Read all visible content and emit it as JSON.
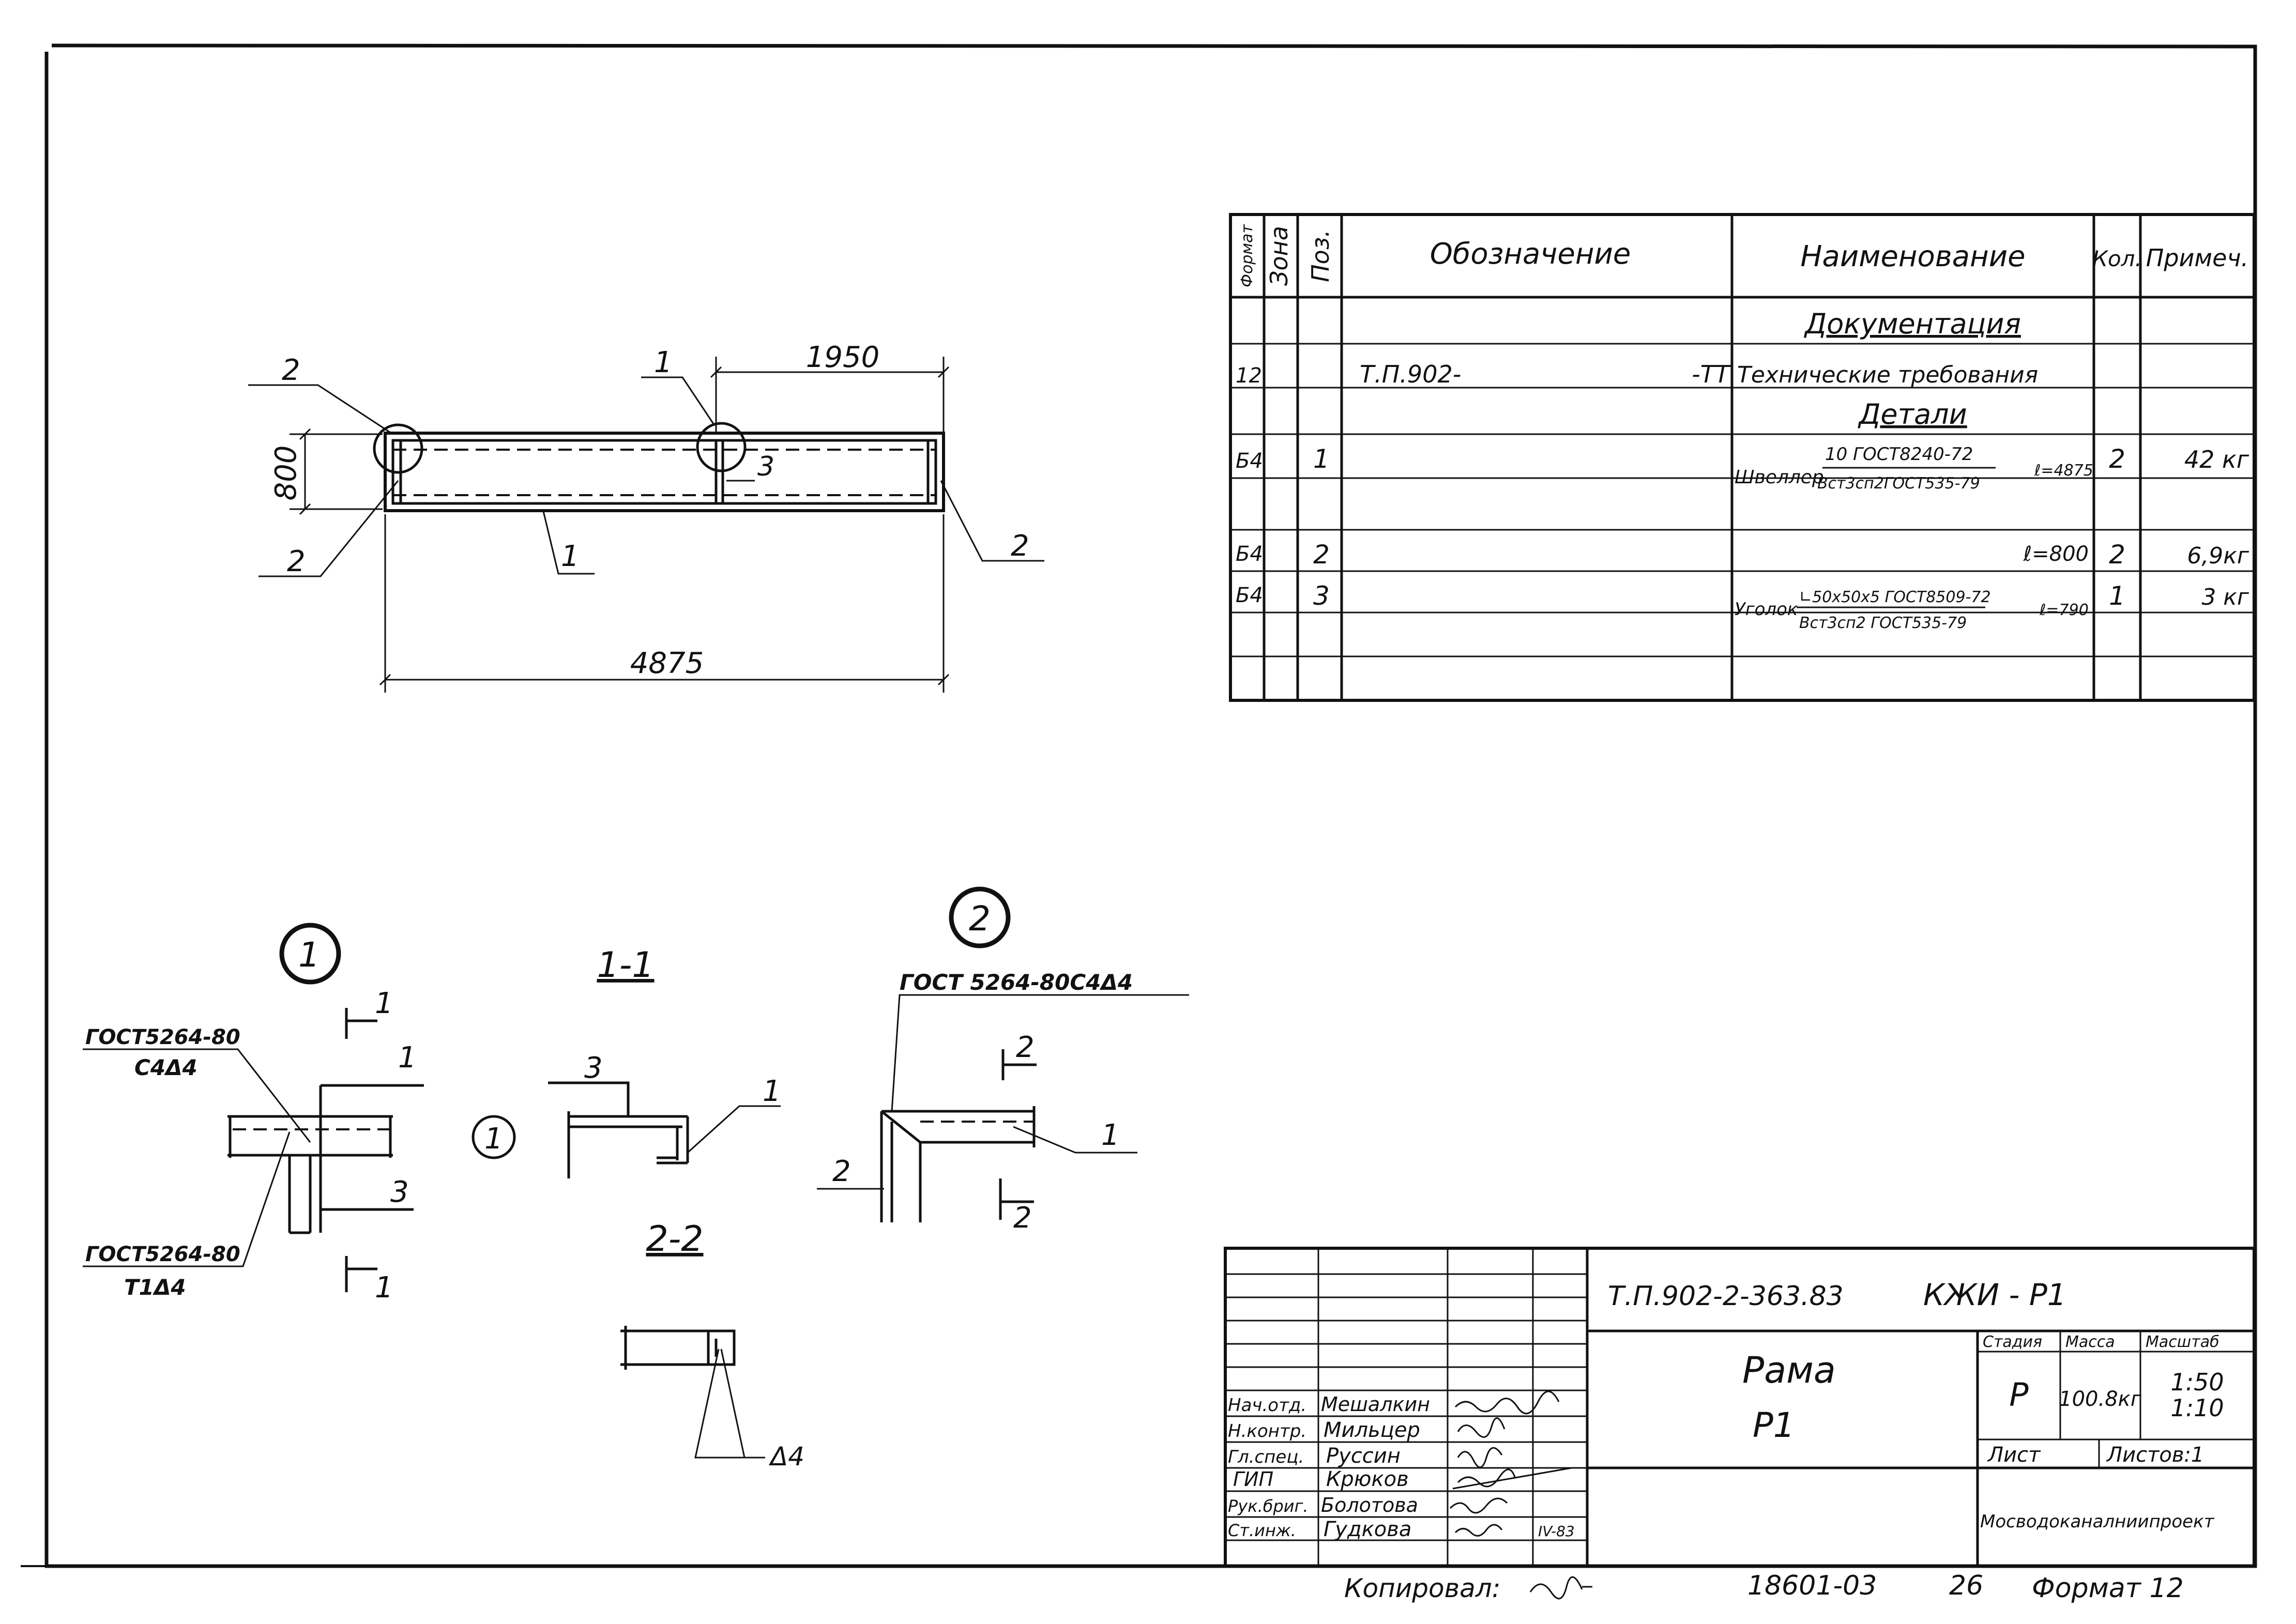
{
  "drawing_labels": {
    "dim_1950": "1950",
    "dim_800": "800",
    "dim_4875": "4875",
    "pos_1": "1",
    "pos_2": "2",
    "pos_3": "3"
  },
  "details": {
    "node1_marker": "1",
    "node2_marker": "2",
    "section_1_1": "1-1",
    "section_2_2": "2-2",
    "weld_gost_top": "ГОСТ5264-80",
    "weld_type_top": "С4Δ4",
    "weld_gost_bottom": "ГОСТ5264-80",
    "weld_type_bottom": "Т1Δ4",
    "weld_node2": "ГОСТ 5264-80С4Δ4",
    "weld_leg": "Δ4",
    "section_mark": "1",
    "section_mark_2": "2"
  },
  "spec_table": {
    "headers": {
      "format": "Формат",
      "zone": "Зона",
      "pos": "Поз.",
      "designation": "Обозначение",
      "name": "Наименование",
      "qty": "Кол.",
      "note": "Примеч."
    },
    "section_documentation": "Документация",
    "section_parts": "Детали",
    "rows": [
      {
        "format": "12",
        "pos": "",
        "designation": "Т.П.902-",
        "designation_suffix": "-ТТ",
        "name": "Технические требования",
        "qty": "",
        "note": ""
      },
      {
        "format": "Б4",
        "pos": "1",
        "designation": "",
        "name_main": "Швеллер",
        "name_top": "10 ГОСТ8240-72",
        "name_bottom": "Вст3сп2ГОСТ535-79",
        "name_tail": "ℓ=4875",
        "qty": "2",
        "note": "42 кг"
      },
      {
        "format": "Б4",
        "pos": "2",
        "designation": "",
        "name_tail": "ℓ=800",
        "qty": "2",
        "note": "6,9кг"
      },
      {
        "format": "Б4",
        "pos": "3",
        "designation": "",
        "name_main": "Уголок",
        "name_top": "∟50x50x5 ГОСТ8509-72",
        "name_bottom": "Вст3сп2 ГОСТ535-79",
        "name_tail": "ℓ=790",
        "qty": "1",
        "note": "3 кг"
      }
    ]
  },
  "title_block": {
    "doc_code": "Т.П.902-2-363.83",
    "mark": "КЖИ - Р1",
    "title_line1": "Рама",
    "title_line2": "Р1",
    "stage_label": "Стадия",
    "mass_label": "Масса",
    "scale_label": "Масштаб",
    "stage": "Р",
    "mass": "100.8кг",
    "scale_1": "1:50",
    "scale_2": "1:10",
    "sheet_label": "Лист",
    "sheets_label": "Листов:1",
    "organization": "Мосводоканалниипроект",
    "date": "IV-83",
    "staff": [
      {
        "role": "Нач.отд.",
        "name": "Мешалкин"
      },
      {
        "role": "Н.контр.",
        "name": "Мильцер"
      },
      {
        "role": "Гл.спец.",
        "name": "Руссин"
      },
      {
        "role": "ГИП",
        "name": "Крюков"
      },
      {
        "role": "Рук.бриг.",
        "name": "Болотова"
      },
      {
        "role": "Ст.инж.",
        "name": "Гудкова"
      }
    ]
  },
  "footer": {
    "copied": "Копировал:",
    "inventory": "18601-03",
    "page": "26",
    "format": "Формат 12"
  }
}
